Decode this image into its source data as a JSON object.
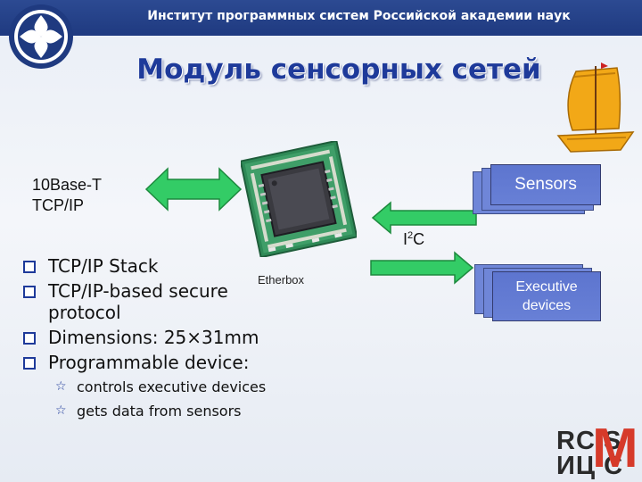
{
  "header": {
    "institute": "Институт программных систем Российской академии наук"
  },
  "slide": {
    "title": "Модуль сенсорных сетей",
    "ethernet_label_1": "10Base-T",
    "ethernet_label_2": "TCP/IP",
    "i2c_label": "I",
    "i2c_sup": "2",
    "i2c_tail": "C",
    "board_label": "Etherbox",
    "sensors_label": "Sensors",
    "executive_label_1": "Executive",
    "executive_label_2": "devices"
  },
  "bullets": [
    "TCP/IP Stack",
    "TCP/IP-based secure protocol",
    "Dimensions: 25×31mm",
    "Programmable device:"
  ],
  "sub_bullets": [
    "controls executive devices",
    "gets data from sensors"
  ],
  "logo": {
    "line1": "RC  S",
    "line2": "ИЦ  С",
    "middle": "M"
  },
  "colors": {
    "header_band": "#1f3a80",
    "title": "#1e3a9a",
    "arrow_green": "#33cc66",
    "card_blue": "#6880d6",
    "logo_red": "#d63a2a"
  },
  "icons": {
    "bullet": "square-bullet-icon",
    "sub_bullet": "star-bullet-icon",
    "ship": "sailing-ship-icon",
    "institute": "institute-emblem-icon"
  }
}
